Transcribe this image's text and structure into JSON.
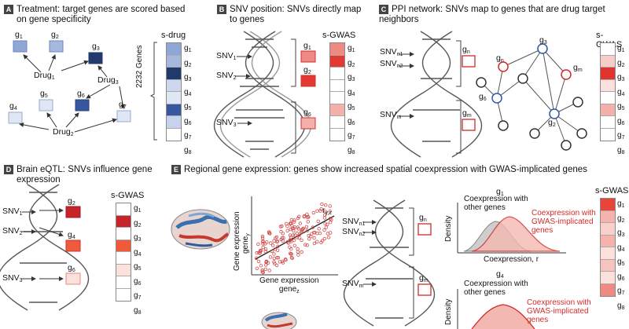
{
  "panels": {
    "A": {
      "badge": "A",
      "title_line1": "Treatment: target genes are scored based",
      "title_line2": "on gene specificity",
      "col_title": "s-drug",
      "axis_label": "2232 Genes",
      "drug1": "Drug",
      "drug1_sub": "1",
      "drug2": "Drug",
      "drug2_sub": "2",
      "drug3": "Drug",
      "drug3_sub": "3"
    },
    "B": {
      "badge": "B",
      "title_line1": "SNV position: SNVs directly map",
      "title_line2": "to genes",
      "col_title": "s-GWAS"
    },
    "C": {
      "badge": "C",
      "title": "PPI network: SNVs map to genes that are drug target neighbors",
      "col_title": "s-GWAS"
    },
    "D": {
      "badge": "D",
      "title_line1": "Brain eQTL: SNVs influence gene",
      "title_line2": "expression",
      "col_title": "s-GWAS"
    },
    "E": {
      "badge": "E",
      "title": "Regional gene expression: genes show increased spatial coexpression with GWAS-implicated genes",
      "col_title": "s-GWAS",
      "scatter_y1": "Gene expression",
      "scatter_y2": "gene",
      "scatter_y2_sub": "y",
      "scatter_x1": "Gene expression",
      "scatter_x2": "gene",
      "scatter_x2_sub": "z",
      "r_label": "r",
      "r_sub": "y,z",
      "density": "Density",
      "coexp_other1": "Coexpression with",
      "coexp_other2": "other genes",
      "coexp_gwas1": "Coexpression with",
      "coexp_gwas2": "GWAS-implicated",
      "coexp_gwas3": "genes",
      "xaxis": "Coexpression, r",
      "g1": "g",
      "g1_sub": "1",
      "g4": "g",
      "g4_sub": "4"
    }
  },
  "genes": [
    "1",
    "2",
    "3",
    "4",
    "5",
    "6",
    "7",
    "8"
  ],
  "snv": {
    "label": "SNV",
    "s1": "1",
    "s2": "2",
    "s3": "3",
    "n1": "n1",
    "n2": "n2",
    "m": "m"
  },
  "gene_labels": {
    "gn": "n",
    "gm": "m",
    "g": "g"
  },
  "colors": {
    "A_col": [
      "#8fa7d6",
      "#a6b8dd",
      "#1f3a6b",
      "#cdd7ee",
      "#dfe6f4",
      "#3758a1",
      "#c7d3ec",
      "#ffffff"
    ],
    "B_col": [
      "#ee8a82",
      "#e23a32",
      "#ffffff",
      "#ffffff",
      "#ffffff",
      "#f4b0aa",
      "#ffffff",
      "#ffffff"
    ],
    "C_col": [
      "#ffffff",
      "#f7cdc7",
      "#e0352e",
      "#fbe0dc",
      "#ffffff",
      "#f4b0aa",
      "#ffffff",
      "#ffffff"
    ],
    "D_col": [
      "#ffffff",
      "#c6232b",
      "#ffffff",
      "#ef5a3a",
      "#ffffff",
      "#fbe0dc",
      "#ffffff",
      "#ffffff"
    ],
    "E_col": [
      "#e8453a",
      "#f5b3ab",
      "#f9d0ca",
      "#f5b3ab",
      "#fbe0dc",
      "#f7c4bd",
      "#fbe0dc",
      "#ee8a82"
    ]
  }
}
